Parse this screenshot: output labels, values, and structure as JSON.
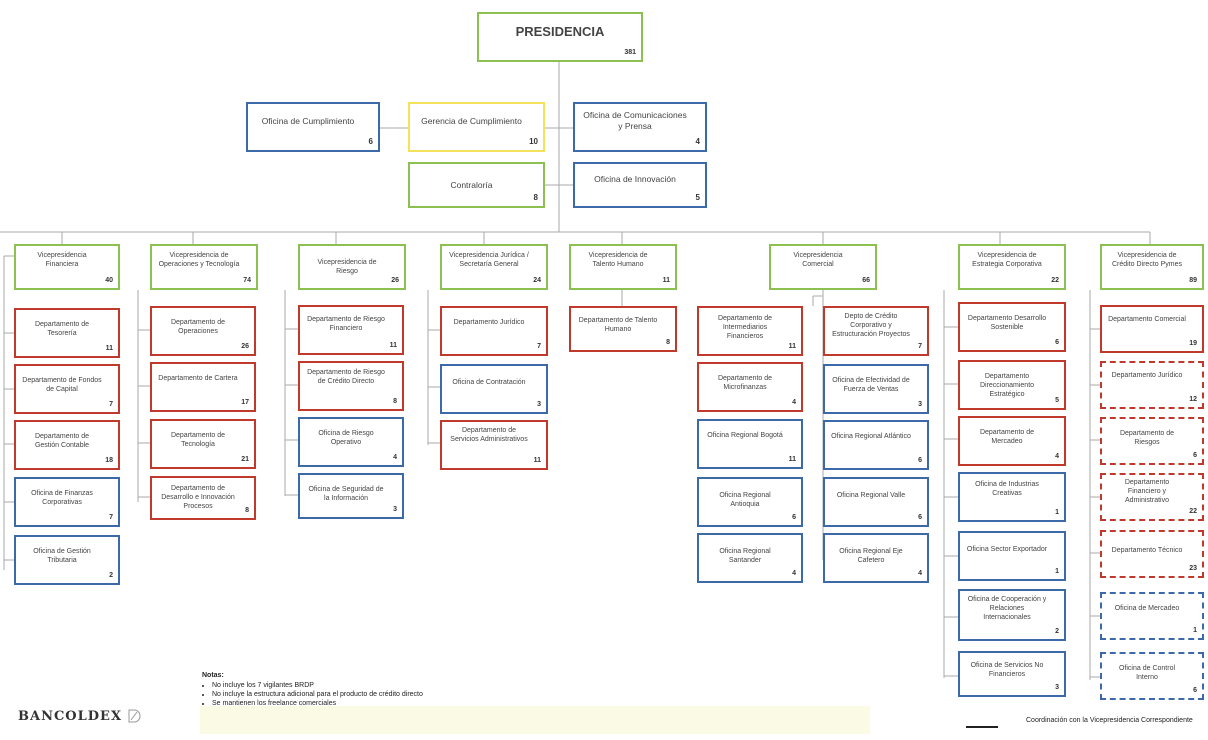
{
  "presidencia": {
    "label": "PRESIDENCIA",
    "count": "381"
  },
  "top_boxes": [
    {
      "id": "ofc",
      "label": "Oficina de Cumplimiento",
      "count": "6"
    },
    {
      "id": "gcu",
      "label": "Gerencia de Cumplimiento",
      "count": "10"
    },
    {
      "id": "ocp",
      "label": "Oficina de Comunicaciones y Prensa",
      "count": "4"
    },
    {
      "id": "con",
      "label": "Contraloría",
      "count": "8"
    },
    {
      "id": "oin",
      "label": "Oficina de Innovación",
      "count": "5"
    }
  ],
  "vicepresidencias": [
    {
      "label": "Vicepresidencia Financiera",
      "count": "40"
    },
    {
      "label": "Vicepresidencia de Operaciones y Tecnología",
      "count": "74"
    },
    {
      "label": "Vicepresidencia de Riesgo",
      "count": "26"
    },
    {
      "label": "Vicepresidencia Jurídica / Secretaría General",
      "count": "24"
    },
    {
      "label": "Vicepresidencia de Talento Humano",
      "count": "11"
    },
    {
      "label": "Vicepresidencia Comercial",
      "count": "66"
    },
    {
      "label": "Vicepresidencia de Estrategia Corporativa",
      "count": "22"
    },
    {
      "label": "Vicepresidencia de Crédito Directo Pymes",
      "count": "89"
    }
  ],
  "units": {
    "financiera": [
      {
        "label": "Departamento de Tesorería",
        "count": "11"
      },
      {
        "label": "Departamento de Fondos de Capital",
        "count": "7"
      },
      {
        "label": "Departamento de Gestión Contable",
        "count": "18"
      },
      {
        "label": "Oficina de Finanzas Corporativas",
        "count": "7"
      },
      {
        "label": "Oficina de Gestión Tributaria",
        "count": "2"
      }
    ],
    "operaciones": [
      {
        "label": "Departamento de Operaciones",
        "count": "26"
      },
      {
        "label": "Departamento de Cartera",
        "count": "17"
      },
      {
        "label": "Departamento de Tecnología",
        "count": "21"
      },
      {
        "label": "Departamento de Desarrollo e Innovación Procesos",
        "count": "8"
      }
    ],
    "riesgo": [
      {
        "label": "Departamento de Riesgo Financiero",
        "count": "11"
      },
      {
        "label": "Departamento de Riesgo de Crédito Directo",
        "count": "8"
      },
      {
        "label": "Oficina de Riesgo Operativo",
        "count": "4"
      },
      {
        "label": "Oficina de Seguridad de la Información",
        "count": "3"
      }
    ],
    "juridica": [
      {
        "label": "Departamento Jurídico",
        "count": "7"
      },
      {
        "label": "Oficina de Contratación",
        "count": "3"
      },
      {
        "label": "Departamento de Servicios Administrativos",
        "count": "11"
      }
    ],
    "talento": [
      {
        "label": "Departamento de Talento Humano",
        "count": "8"
      }
    ],
    "comercial_a": [
      {
        "label": "Departamento de Intermediarios Financieros",
        "count": "11"
      },
      {
        "label": "Departamento de Microfinanzas",
        "count": "4"
      },
      {
        "label": "Oficina Regional Bogotá",
        "count": "11"
      },
      {
        "label": "Oficina Regional Antioquia",
        "count": "6"
      },
      {
        "label": "Oficina Regional Santander",
        "count": "4"
      }
    ],
    "comercial_b": [
      {
        "label": "Depto de Crédito Corporativo y Estructuración Proyectos",
        "count": "7"
      },
      {
        "label": "Oficina de Efectividad de Fuerza de Ventas",
        "count": "3"
      },
      {
        "label": "Oficina Regional Atlántico",
        "count": "6"
      },
      {
        "label": "Oficina Regional Valle",
        "count": "6"
      },
      {
        "label": "Oficina Regional Eje Cafetero",
        "count": "4"
      }
    ],
    "estrategia": [
      {
        "label": "Departamento Desarrollo Sostenible",
        "count": "6"
      },
      {
        "label": "Departamento Direccionamiento Estratégico",
        "count": "5"
      },
      {
        "label": "Departamento de Mercadeo",
        "count": "4"
      },
      {
        "label": "Oficina de Industrias Creativas",
        "count": "1"
      },
      {
        "label": "Oficina Sector Exportador",
        "count": "1"
      },
      {
        "label": "Oficina de Cooperación y Relaciones Internacionales",
        "count": "2"
      },
      {
        "label": "Oficina de Servicios No Financieros",
        "count": "3"
      }
    ],
    "pymes": [
      {
        "label": "Departamento Comercial",
        "count": "19"
      },
      {
        "label": "Departamento Jurídico",
        "count": "12"
      },
      {
        "label": "Departamento de Riesgos",
        "count": "6"
      },
      {
        "label": "Departamento Financiero y Administrativo",
        "count": "22"
      },
      {
        "label": "Departamento Técnico",
        "count": "23"
      },
      {
        "label": "Oficina de Mercadeo",
        "count": "1"
      },
      {
        "label": "Oficina de Control Interno",
        "count": "6"
      }
    ]
  },
  "notes": {
    "title": "Notas:",
    "items": [
      "No incluye los 7 vigilantes BRDP",
      "No incluye la estructura adicional para el producto de crédito directo",
      "Se mantienen los freelance comerciales"
    ]
  },
  "logo": {
    "text": "BANCOLDEX"
  },
  "legend": {
    "text": "Coordinación con la Vicepresidencia Correspondiente"
  },
  "colors": {
    "green": "#8cc152",
    "yellow": "#f4e35a",
    "blue": "#3c6aa8",
    "red": "#c0392b",
    "line": "#aaaaaa"
  }
}
